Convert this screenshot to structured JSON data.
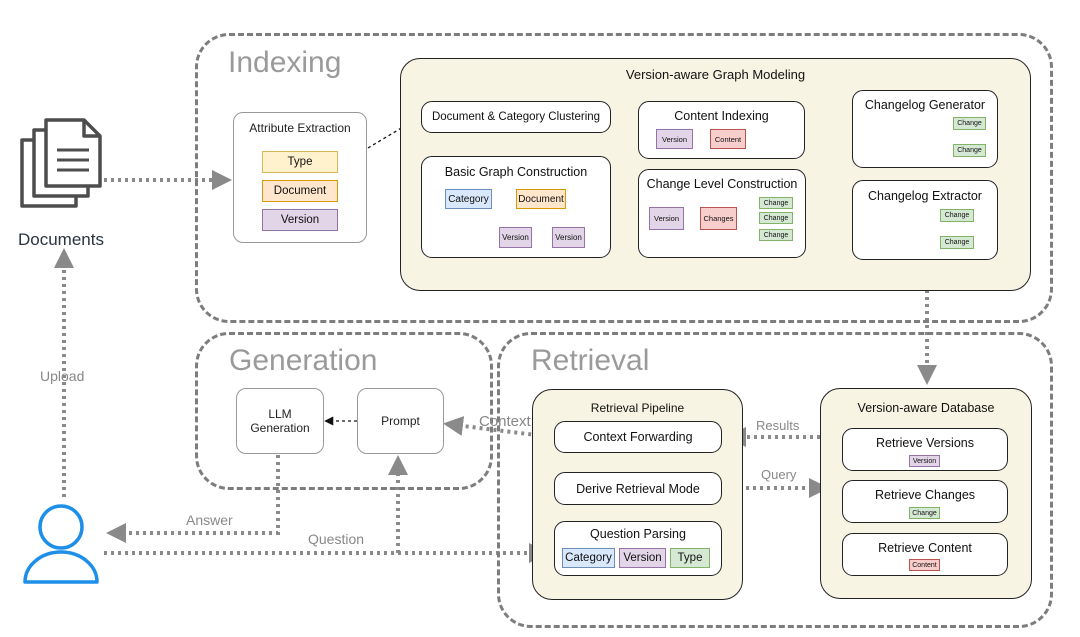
{
  "regions": {
    "indexing": "Indexing",
    "generation": "Generation",
    "retrieval": "Retrieval"
  },
  "documents": {
    "label": "Documents"
  },
  "attribute_extraction": {
    "title": "Attribute Extraction",
    "tags": [
      "Type",
      "Document",
      "Version"
    ]
  },
  "graph_modeling": {
    "title": "Version-aware Graph Modeling",
    "clustering": "Document & Category Clustering",
    "basic_graph": {
      "title": "Basic Graph Construction",
      "category": "Category",
      "document": "Document",
      "version_a": "Version",
      "version_b": "Version"
    },
    "content_indexing": {
      "title": "Content Indexing",
      "version": "Version",
      "content": "Content"
    },
    "change_level": {
      "title": "Change Level Construction",
      "version": "Version",
      "changes": "Changes",
      "change_items": [
        "Change",
        "Change",
        "Change"
      ]
    },
    "changelog_generator": {
      "title": "Changelog Generator",
      "change_items": [
        "Change",
        "Change"
      ]
    },
    "changelog_extractor": {
      "title": "Changelog Extractor",
      "change_items": [
        "Change",
        "Change"
      ]
    }
  },
  "generation": {
    "llm": "LLM Generation",
    "prompt": "Prompt"
  },
  "retrieval_pipeline": {
    "title": "Retrieval Pipeline",
    "context_forwarding": "Context Forwarding",
    "derive_mode": "Derive Retrieval Mode",
    "question_parsing": {
      "title": "Question Parsing",
      "tags": [
        "Category",
        "Version",
        "Type"
      ]
    }
  },
  "database": {
    "title": "Version-aware Database",
    "items": [
      {
        "title": "Retrieve Versions",
        "tag": "Version"
      },
      {
        "title": "Retrieve Changes",
        "tag": "Change"
      },
      {
        "title": "Retrieve Content",
        "tag": "Content"
      }
    ]
  },
  "flow_labels": {
    "upload": "Upload",
    "answer": "Answer",
    "question": "Question",
    "context": "Context",
    "results": "Results",
    "query": "Query"
  }
}
